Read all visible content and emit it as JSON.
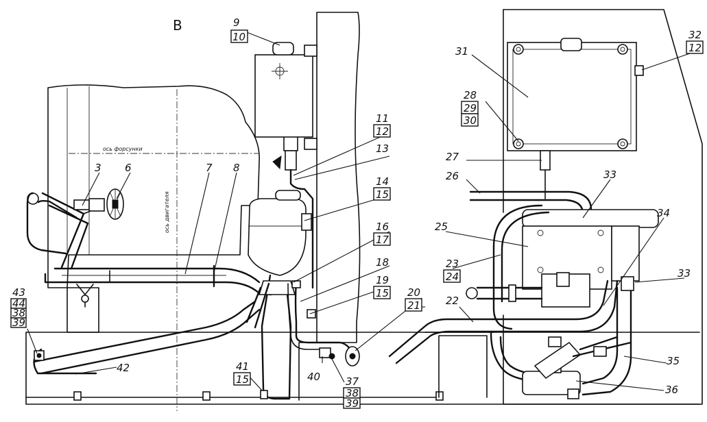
{
  "view_label": "В",
  "axis_labels": {
    "wheel_axis": "ось форсунки",
    "vertical_axis": "ось двигателя"
  },
  "callouts": {
    "n3": "3",
    "n6": "6",
    "n7": "7",
    "n8": "8",
    "n9": "9",
    "n10": "10",
    "n11": "11",
    "n12a": "12",
    "n13": "13",
    "n14": "14",
    "n15a": "15",
    "n16": "16",
    "n17": "17",
    "n18": "18",
    "n19": "19",
    "n15b": "15",
    "n20": "20",
    "n21": "21",
    "n22": "22",
    "n23": "23",
    "n24": "24",
    "n25": "25",
    "n26": "26",
    "n27": "27",
    "n28": "28",
    "n29": "29",
    "n30": "30",
    "n31": "31",
    "n32": "32",
    "n12b": "12",
    "n33a": "33",
    "n33b": "33",
    "n34": "34",
    "n35": "35",
    "n36": "36",
    "n37": "37",
    "n38a": "38",
    "n39a": "39",
    "n40": "40",
    "n41": "41",
    "n15c": "15",
    "n42": "42",
    "n43": "43",
    "n44": "44",
    "n38b": "38",
    "n39b": "39"
  }
}
